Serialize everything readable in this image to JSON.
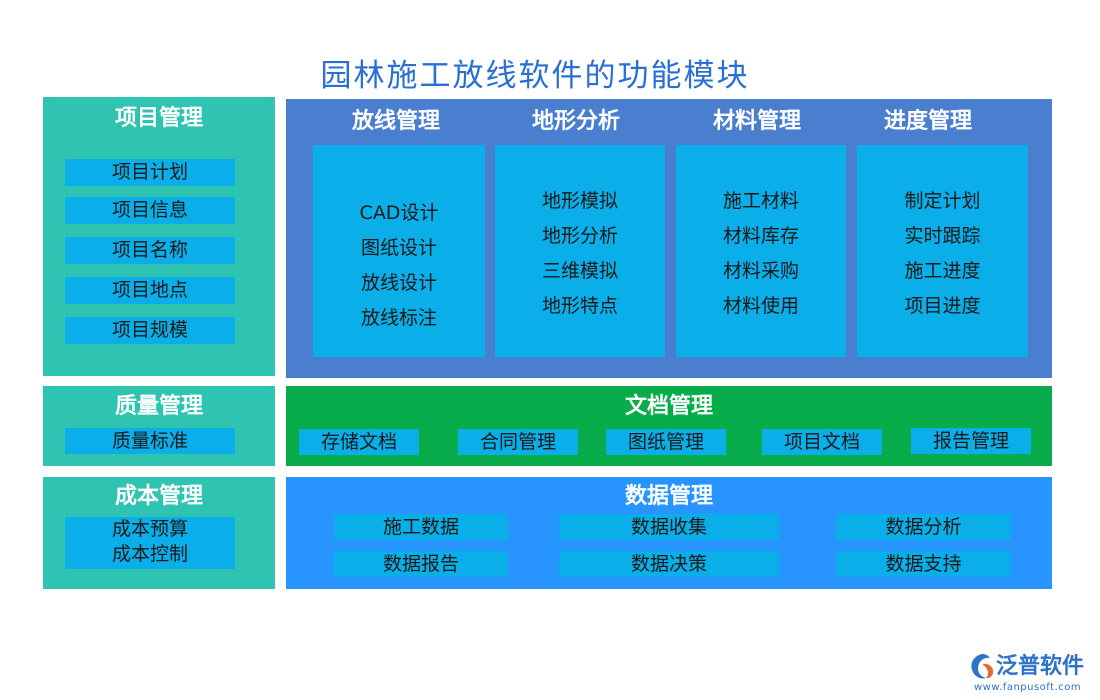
{
  "title": "园林施工放线软件的功能模块",
  "project": {
    "title": "项目管理",
    "items": [
      "项目计划",
      "项目信息",
      "项目名称",
      "项目地点",
      "项目规模"
    ]
  },
  "modules": [
    {
      "title": "放线管理",
      "items": [
        "CAD设计",
        "图纸设计",
        "放线设计",
        "放线标注"
      ]
    },
    {
      "title": "地形分析",
      "items": [
        "地形模拟",
        "地形分析",
        "三维模拟",
        "地形特点"
      ]
    },
    {
      "title": "材料管理",
      "items": [
        "施工材料",
        "材料库存",
        "材料采购",
        "材料使用"
      ]
    },
    {
      "title": "进度管理",
      "items": [
        "制定计划",
        "实时跟踪",
        "施工进度",
        "项目进度"
      ]
    }
  ],
  "quality": {
    "title": "质量管理",
    "items": [
      "质量标准"
    ]
  },
  "docs": {
    "title": "文档管理",
    "items": [
      "存储文档",
      "合同管理",
      "图纸管理",
      "项目文档",
      "报告管理"
    ]
  },
  "cost": {
    "title": "成本管理",
    "items": [
      "成本预算",
      "成本控制"
    ]
  },
  "data": {
    "title": "数据管理",
    "row1": [
      "施工数据",
      "数据收集",
      "数据分析"
    ],
    "row2": [
      "数据报告",
      "数据决策",
      "数据支持"
    ]
  },
  "logo": {
    "name": "泛普软件",
    "url": "www.fanpusoft.com"
  },
  "colors": {
    "title": "#2a6fd6",
    "teal": "#2ec4b1",
    "chip": "#0aaee8",
    "modules_bg": "#4a7fd0",
    "docs_bg": "#08ac4a",
    "data_bg": "#2794ff"
  }
}
